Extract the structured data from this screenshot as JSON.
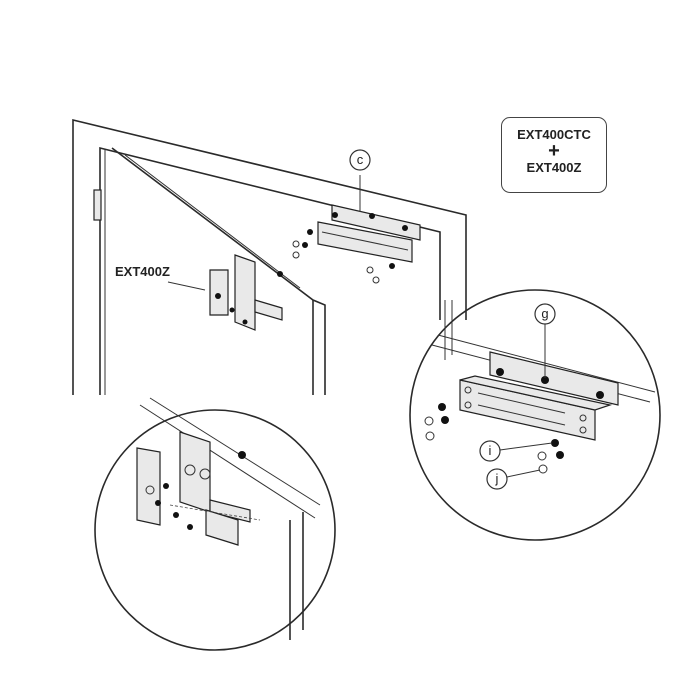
{
  "model_box": {
    "primary": "EXT400CTC",
    "plus": "+",
    "secondary": "EXT400Z"
  },
  "labels": {
    "bracket_label": "EXT400Z"
  },
  "callouts": {
    "c": "c",
    "g": "g",
    "i": "i",
    "j": "j"
  }
}
